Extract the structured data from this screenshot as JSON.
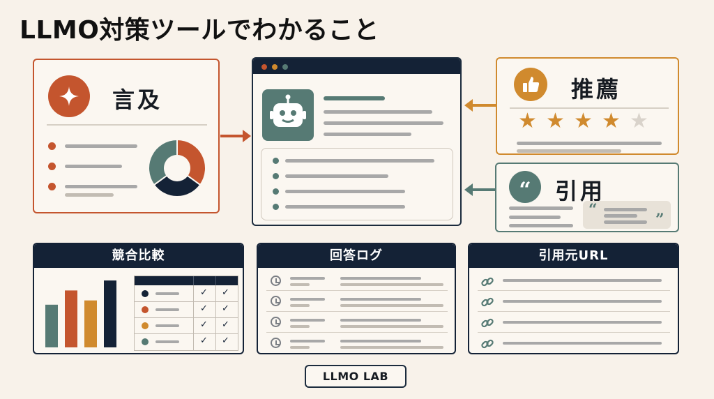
{
  "title": "LLMO対策ツールでわかること",
  "mention": {
    "label": "言及"
  },
  "recommend": {
    "label": "推薦",
    "rating": 4,
    "max_rating": 5
  },
  "citation": {
    "label": "引用",
    "open_quote": "“",
    "close_quote": "”",
    "icon_quote": "“"
  },
  "panels": {
    "compare": {
      "title": "競合比較",
      "check_mark": "✓"
    },
    "log": {
      "title": "回答ログ"
    },
    "urls": {
      "title": "引用元URL"
    }
  },
  "chart_data": {
    "type": "bar",
    "categories": [
      "",
      "",
      "",
      ""
    ],
    "values": [
      3,
      4,
      3.3,
      4.7
    ],
    "ylim": [
      0,
      5
    ],
    "colors": [
      "#567a74",
      "#c4552e",
      "#d08a2e",
      "#142236"
    ]
  },
  "donut": {
    "segments": [
      0.35,
      0.3,
      0.35
    ],
    "colors": [
      "#c4552e",
      "#142236",
      "#567a74"
    ]
  },
  "colors": {
    "navy": "#142236",
    "rust": "#c4552e",
    "ochre": "#d08a2e",
    "teal": "#567a74",
    "gray": "#a8a8a8",
    "star_off": "#d9d3cb"
  },
  "footer": {
    "badge": "LLMO LAB"
  },
  "icons": [
    "sparkle-icon",
    "robot-icon",
    "thumbs-up-icon",
    "quote-icon",
    "clock-icon",
    "link-icon",
    "arrow-icon",
    "star-icon"
  ]
}
